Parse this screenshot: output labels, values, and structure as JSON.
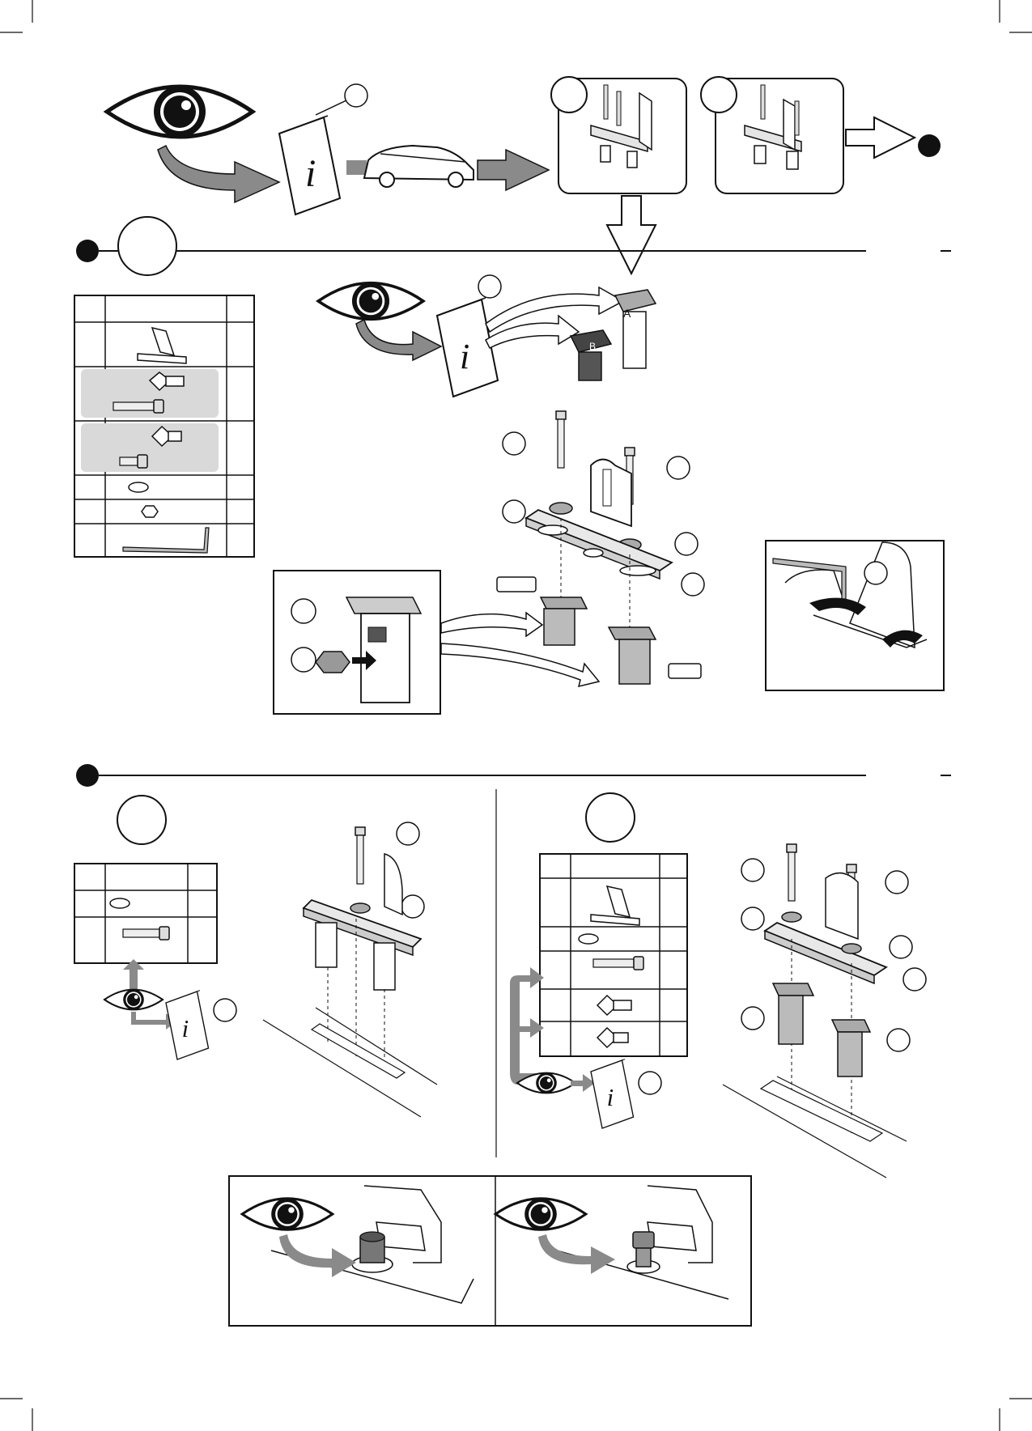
{
  "page": {
    "description_free": true,
    "book_letter": "i",
    "parts_label_a": "A",
    "parts_label_b": "B"
  },
  "icons": {
    "eye": "eye-icon",
    "booklet": "info-booklet-icon",
    "car": "car-icon",
    "arrow": "arrow-icon",
    "hex_key": "hex-key-icon",
    "bolt": "bolt-icon",
    "washer": "washer-icon",
    "nut": "nut-icon",
    "bracket": "bracket-icon",
    "adapter": "adapter-icon"
  },
  "colors": {
    "ink": "#111111",
    "arrow_gray": "#8a8a8a",
    "part_gray": "#bdbdbd",
    "highlight_gray": "#d9d9d9"
  }
}
